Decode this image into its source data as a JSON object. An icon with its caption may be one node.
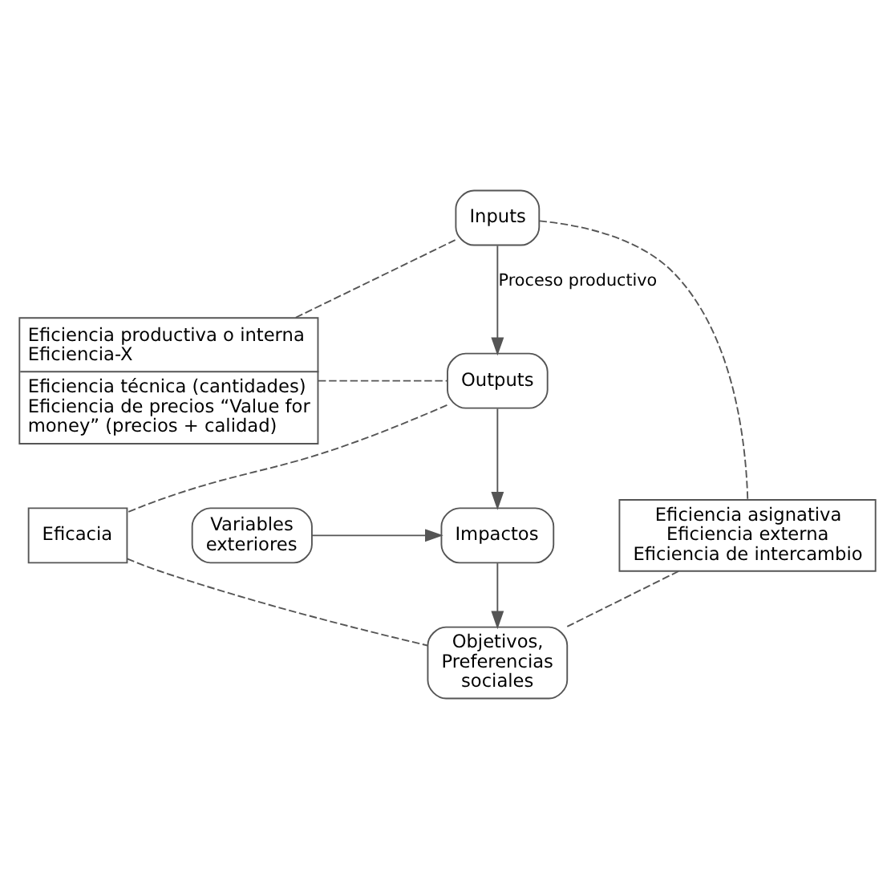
{
  "diagram": {
    "nodes": [
      {
        "text": [
          "Inputs"
        ]
      },
      {
        "text": [
          "Eficiencia productiva o interna Eficiencia-X",
          "Eficiencia técnica (cantidades) Eficiencia de precios “Value for money” (precios + calidad)"
        ]
      },
      {
        "text": [
          "Outputs"
        ]
      },
      {
        "text": [
          "Variables exteriores"
        ]
      },
      {
        "text": [
          "Impactos"
        ]
      },
      {
        "text": [
          "Eficacia"
        ]
      },
      {
        "text": [
          "Eficiencia asignativa",
          "Eficiencia externa",
          "Eficiencia de intercambio"
        ]
      },
      {
        "text": [
          "Objetivos, Preferencias sociales"
        ]
      }
    ],
    "edges": [
      {
        "from": 0,
        "to": 2,
        "arrow": "to",
        "label": "Proceso productivo"
      },
      {
        "from": 2,
        "to": 4,
        "arrow": "to"
      },
      {
        "from": 3,
        "to": 4,
        "arrow": "to"
      },
      {
        "from": 4,
        "to": 7,
        "arrow": "to"
      },
      {
        "from": 0,
        "to": 1,
        "arrow": "none",
        "style": "dashed"
      },
      {
        "from": 1,
        "to": 2,
        "arrow": "none",
        "style": "dashed"
      },
      {
        "from": 0,
        "to": 6,
        "arrow": "none",
        "style": "dashed"
      },
      {
        "from": 6,
        "to": 7,
        "arrow": "none",
        "style": "dashed"
      },
      {
        "from": 2,
        "to": 5,
        "arrow": "none",
        "style": "dashed"
      },
      {
        "from": 5,
        "to": 7,
        "arrow": "none",
        "style": "dashed"
      }
    ]
  }
}
